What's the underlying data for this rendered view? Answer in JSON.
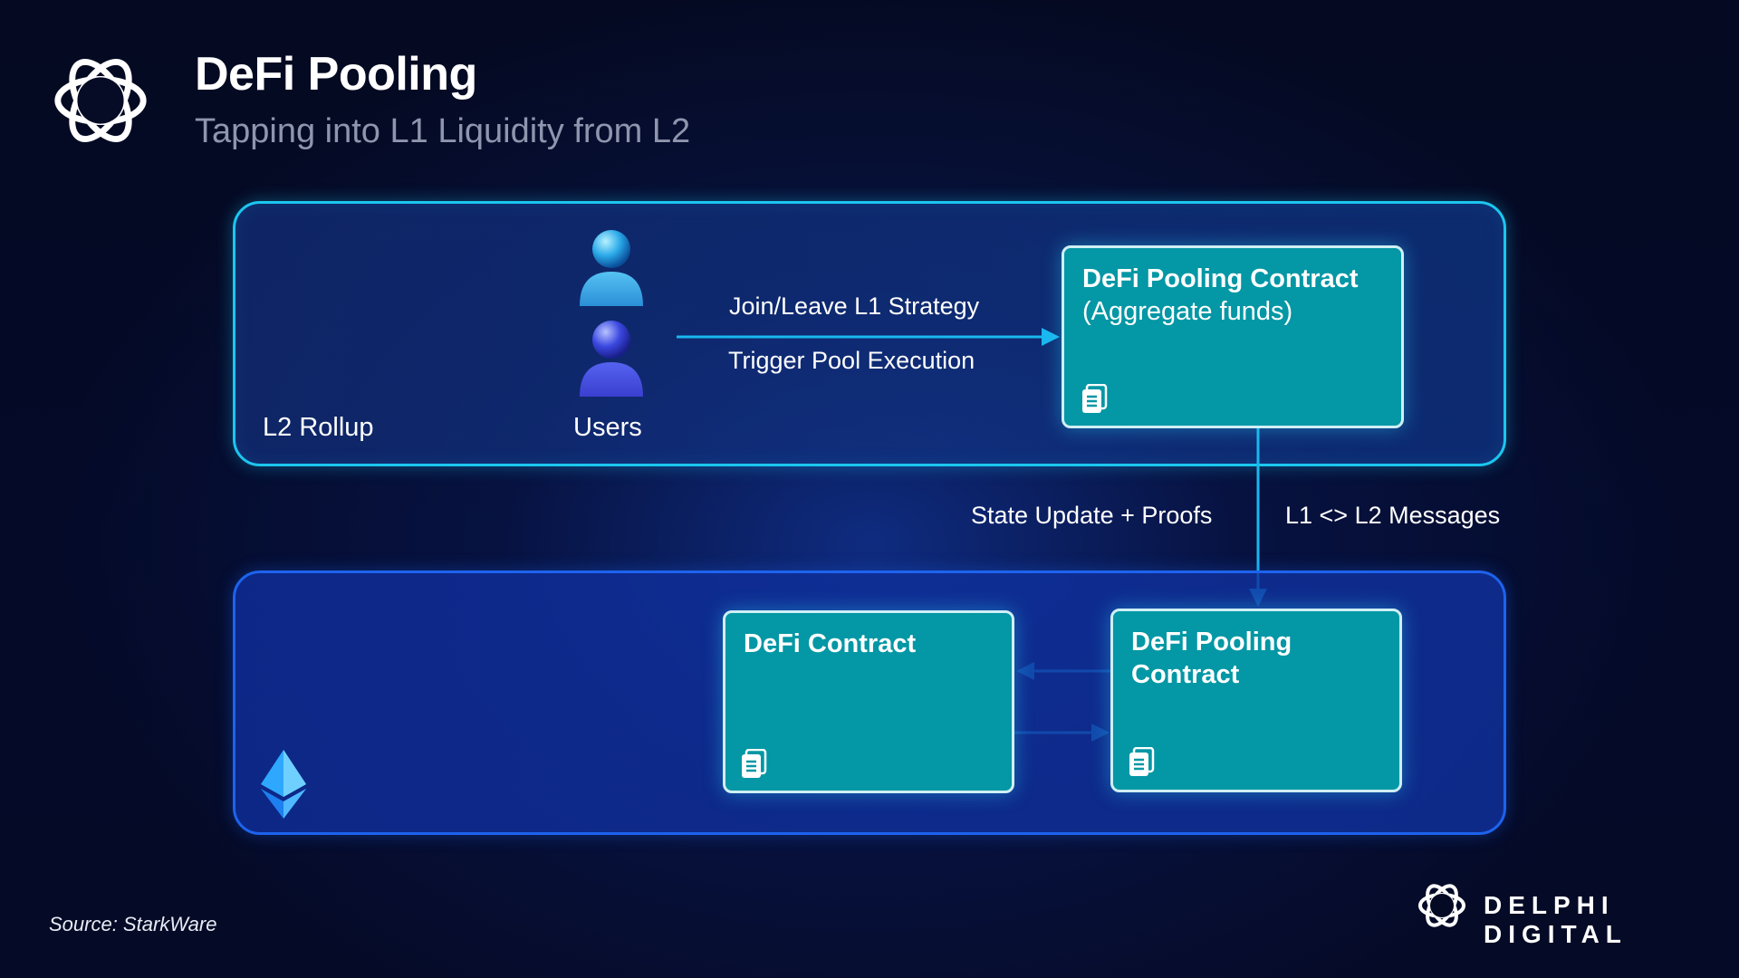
{
  "header": {
    "title": "DeFi Pooling",
    "subtitle": "Tapping into L1 Liquidity from L2"
  },
  "l2_rollup": {
    "label": "L2 Rollup",
    "users_label": "Users",
    "arrow_top_label": "Join/Leave L1 Strategy",
    "arrow_bottom_label": "Trigger Pool Execution",
    "pool_contract": {
      "title": "DeFi Pooling Contract",
      "subtitle": "(Aggregate funds)"
    }
  },
  "bridge": {
    "left_label": "State Update + Proofs",
    "right_label": "L1 <> L2 Messages"
  },
  "l1": {
    "defi_contract_title": "DeFi Contract",
    "pool_contract_title_line1": "DeFi Pooling",
    "pool_contract_title_line2": "Contract"
  },
  "footer": {
    "source": "Source: StarkWare",
    "brand": "DELPHI DIGITAL"
  },
  "colors": {
    "l2_border": "#1cc6ef",
    "l1_border": "#1d63ee",
    "box_fill": "#0497a5",
    "arrow": "#1ab8f0"
  },
  "icons": [
    "delphi-logo-icon",
    "user-icon",
    "document-icon",
    "ethereum-icon"
  ]
}
